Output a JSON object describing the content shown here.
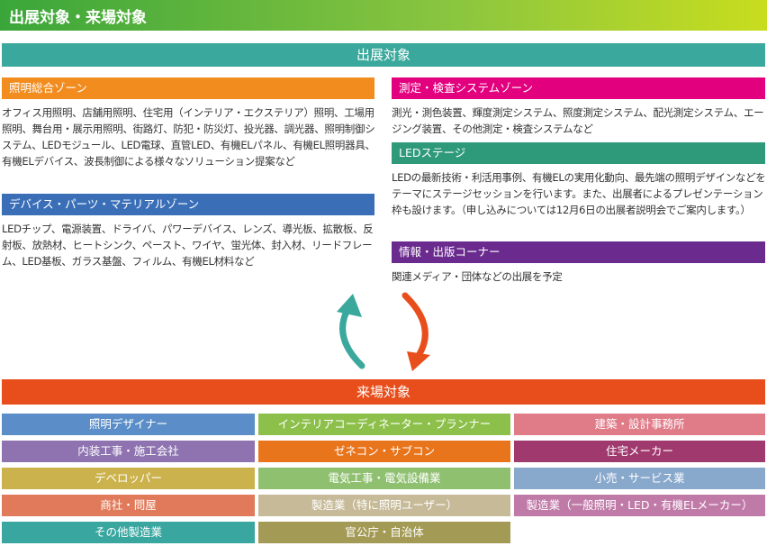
{
  "header": {
    "title": "出展対象・来場対象"
  },
  "exhibit": {
    "band_label": "出展対象",
    "zones": [
      {
        "name": "照明総合ゾーン",
        "color": "#f28c1e",
        "text": "オフィス用照明、店舗用照明、住宅用（インテリア・エクステリア）照明、工場用照明、舞台用・展示用照明、街路灯、防犯・防災灯、投光器、調光器、照明制御システム、LEDモジュール、LED電球、直管LED、有機ELパネル、有機EL照明器具、有機ELデバイス、波長制御による様々なソリューション提案など"
      },
      {
        "name": "デバイス・パーツ・マテリアルゾーン",
        "color": "#3a6fb8",
        "text": "LEDチップ、電源装置、ドライバ、パワーデバイス、レンズ、導光板、拡散板、反射板、放熱材、ヒートシンク、ペースト、ワイヤ、蛍光体、封入材、リードフレーム、LED基板、ガラス基盤、フィルム、有機EL材料など"
      },
      {
        "name": "測定・検査システムゾーン",
        "color": "#e3007f",
        "text": "測光・測色装置、輝度測定システム、照度測定システム、配光測定システム、エージング装置、その他測定・検査システムなど"
      },
      {
        "name": "LEDステージ",
        "color": "#2f9a7a",
        "text": "LEDの最新技術・利活用事例、有機ELの実用化動向、最先端の照明デザインなどをテーマにステージセッションを行います。また、出展者によるプレゼンテーション枠も設けます。（申し込みについては12月6日の出展者説明会でご案内します。）"
      },
      {
        "name": "情報・出版コーナー",
        "color": "#6a2a8e",
        "text": "関連メディア・団体などの出展を予定"
      }
    ]
  },
  "visitor": {
    "band_label": "来場対象",
    "cells": [
      {
        "label": "照明デザイナー",
        "color": "#5b8ec8"
      },
      {
        "label": "インテリアコーディネーター・プランナー",
        "color": "#8cc04a"
      },
      {
        "label": "建築・設計事務所",
        "color": "#e07b88"
      },
      {
        "label": "内装工事・施工会社",
        "color": "#8e73b0"
      },
      {
        "label": "ゼネコン・サブコン",
        "color": "#e8741c"
      },
      {
        "label": "住宅メーカー",
        "color": "#a0396e"
      },
      {
        "label": "デベロッパー",
        "color": "#ccb24c"
      },
      {
        "label": "電気工事・電気設備業",
        "color": "#8fc070"
      },
      {
        "label": "小売・サービス業",
        "color": "#88a8cc"
      },
      {
        "label": "商社・問屋",
        "color": "#e07a5a"
      },
      {
        "label": "製造業（特に照明ユーザー）",
        "color": "#c7ba98"
      },
      {
        "label": "製造業（一般照明・LED・有機ELメーカー）",
        "color": "#c07aa8"
      },
      {
        "label": "その他製造業",
        "color": "#3aa6a0"
      },
      {
        "label": "官公庁・自治体",
        "color": "#a39a55"
      }
    ]
  }
}
